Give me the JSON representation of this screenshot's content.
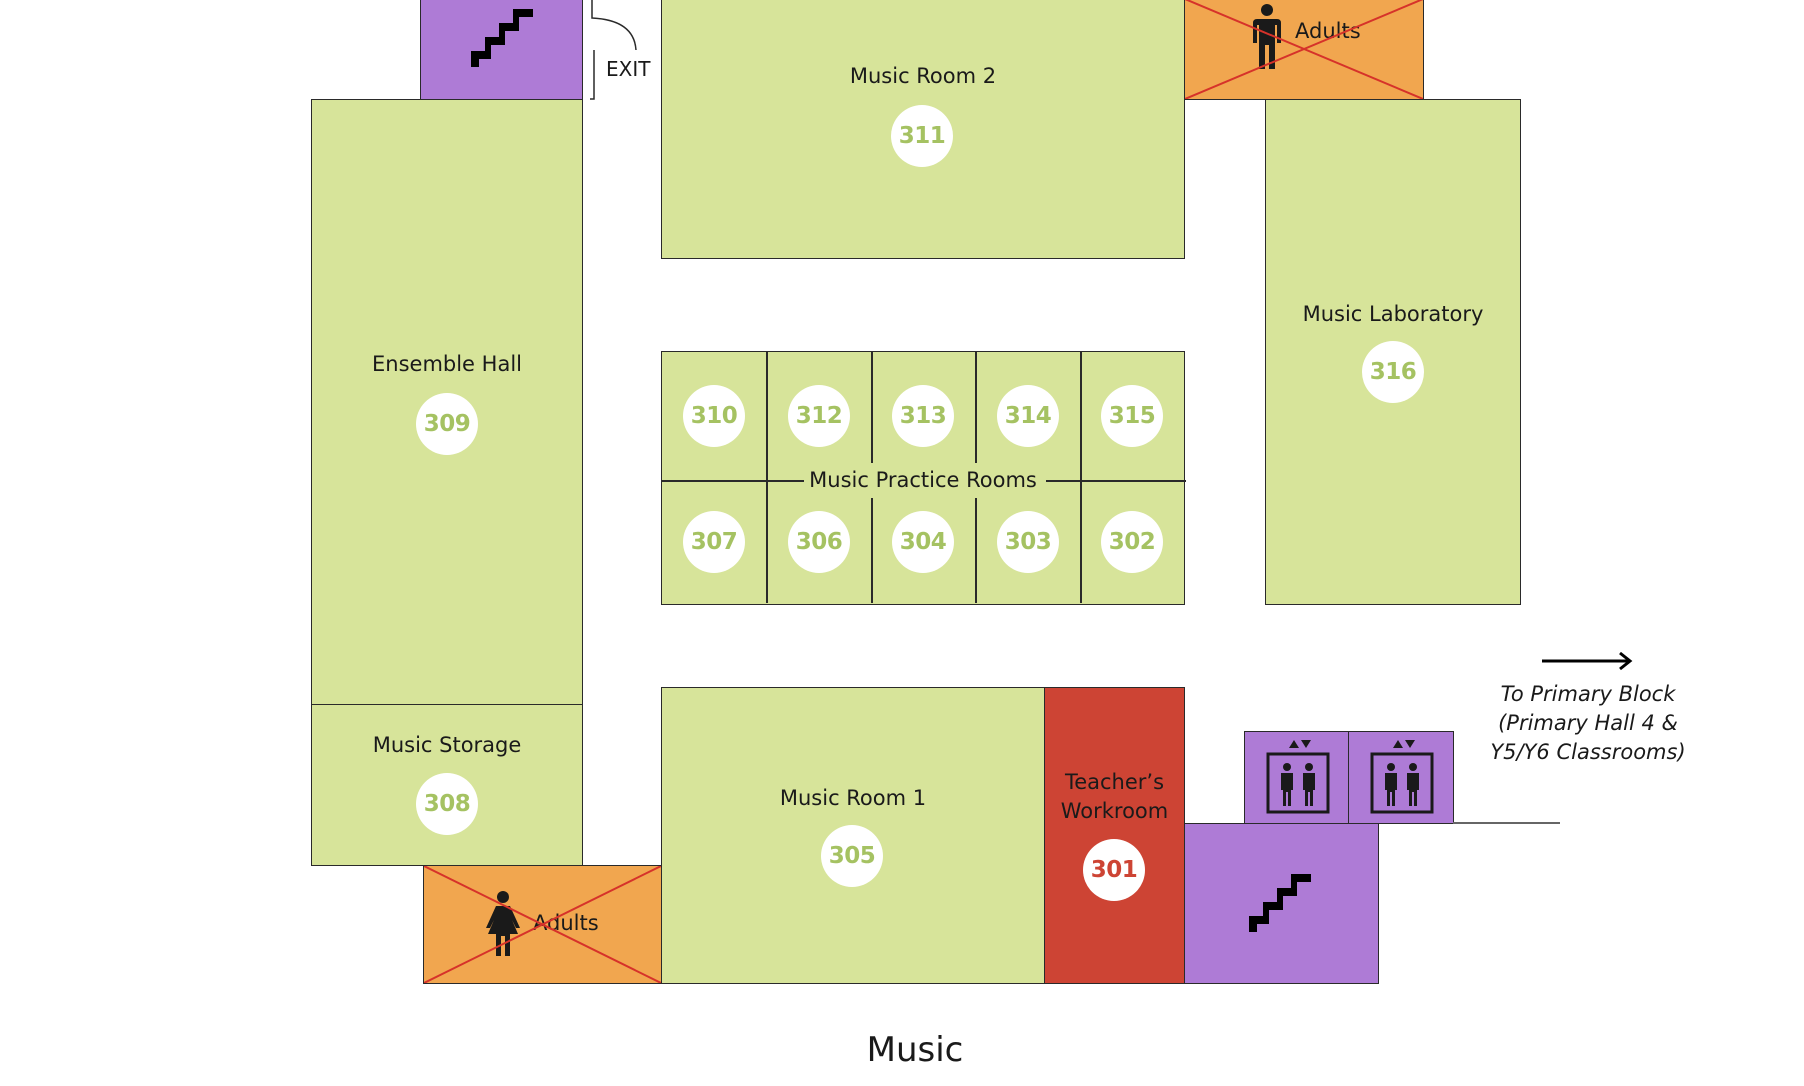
{
  "map_title": "Music",
  "colors": {
    "room_green": "#d7e49a",
    "staff_red": "#cd4434",
    "circulation_purple": "#ae7bd6",
    "restricted_orange": "#f1a64f",
    "badge_text_green": "#a5c262"
  },
  "exit_label": "EXIT",
  "rooms": {
    "music_room_2": {
      "name": "Music Room 2",
      "number": "311"
    },
    "ensemble_hall": {
      "name": "Ensemble Hall",
      "number": "309"
    },
    "music_storage": {
      "name": "Music Storage",
      "number": "308"
    },
    "music_laboratory": {
      "name": "Music Laboratory",
      "number": "316"
    },
    "music_room_1": {
      "name": "Music Room 1",
      "number": "305"
    },
    "teachers_workroom": {
      "name": "Teacher’s",
      "name_line2": "Workroom",
      "number": "301"
    }
  },
  "practice_rooms": {
    "label": "Music Practice Rooms",
    "top_row": [
      "310",
      "312",
      "313",
      "314",
      "315"
    ],
    "bottom_row": [
      "307",
      "306",
      "304",
      "303",
      "302"
    ]
  },
  "restrooms": {
    "top": {
      "label": "Adults",
      "icon": "male-person-icon",
      "restricted": true
    },
    "bottom": {
      "label": "Adults",
      "icon": "female-person-icon",
      "restricted": true
    }
  },
  "direction_note": {
    "line1": "To Primary Block",
    "line2": "(Primary Hall 4 &",
    "line3": "Y5/Y6 Classrooms)"
  }
}
